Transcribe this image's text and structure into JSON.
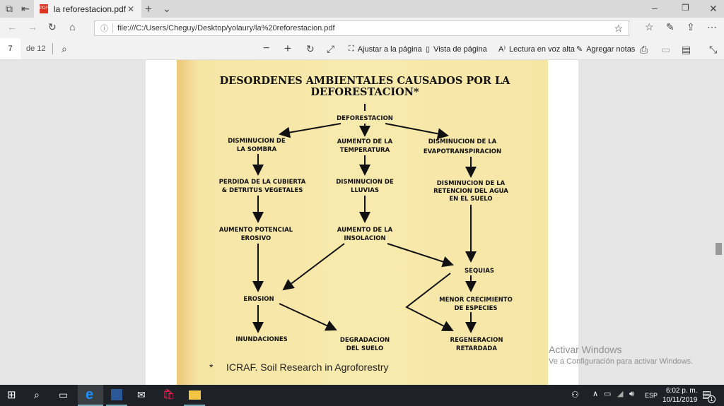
{
  "browser": {
    "tab_title": "la reforestacion.pdf",
    "url": "file:///C:/Users/Cheguy/Desktop/yolaury/la%20reforestacion.pdf"
  },
  "pdf_toolbar": {
    "page_current": "7",
    "page_total": "de 12",
    "fit_page": "Ajustar a la página",
    "page_view": "Vista de página",
    "read_aloud": "Lectura en voz alta",
    "add_notes": "Agregar notas"
  },
  "diagram": {
    "title1": "DESORDENES AMBIENTALES CAUSADOS POR LA",
    "title2": "DEFORESTACION*",
    "n_deforestacion": "DEFORESTACION",
    "n_sombra": [
      "DISMINUCION DE",
      "LA SOMBRA"
    ],
    "n_temp": [
      "AUMENTO DE LA",
      "TEMPERATURA"
    ],
    "n_evapo": [
      "DISMINUCION DE LA",
      "EVAPOTRANSPIRACION"
    ],
    "n_cubierta": [
      "PERDIDA DE LA CUBIERTA",
      "& DETRITUS VEGETALES"
    ],
    "n_lluvias": [
      "DISMINUCION DE",
      "LLUVIAS"
    ],
    "n_retencion": [
      "DISMINUCION DE LA",
      "RETENCION DEL AGUA",
      "EN EL SUELO"
    ],
    "n_erosivo": [
      "AUMENTO POTENCIAL",
      "EROSIVO"
    ],
    "n_insolacion": [
      "AUMENTO DE LA",
      "INSOLACION"
    ],
    "n_sequias": "SEQUIAS",
    "n_erosion": "EROSION",
    "n_crecimiento": [
      "MENOR CRECIMIENTO",
      "DE ESPECIES"
    ],
    "n_inundaciones": "INUNDACIONES",
    "n_degradacion": [
      "DEGRADACION",
      "DEL SUELO"
    ],
    "n_regeneracion": [
      "REGENERACION",
      "RETARDADA"
    ],
    "footnote_mark": "*",
    "footnote": "ICRAF.  Soil Research in Agroforestry"
  },
  "watermark": {
    "line1": "Activar Windows",
    "line2": "Ve a Configuración para activar Windows."
  },
  "taskbar": {
    "lang": "ESP",
    "time": "6:02 p. m.",
    "date": "10/11/2019",
    "notif_count": "1"
  }
}
